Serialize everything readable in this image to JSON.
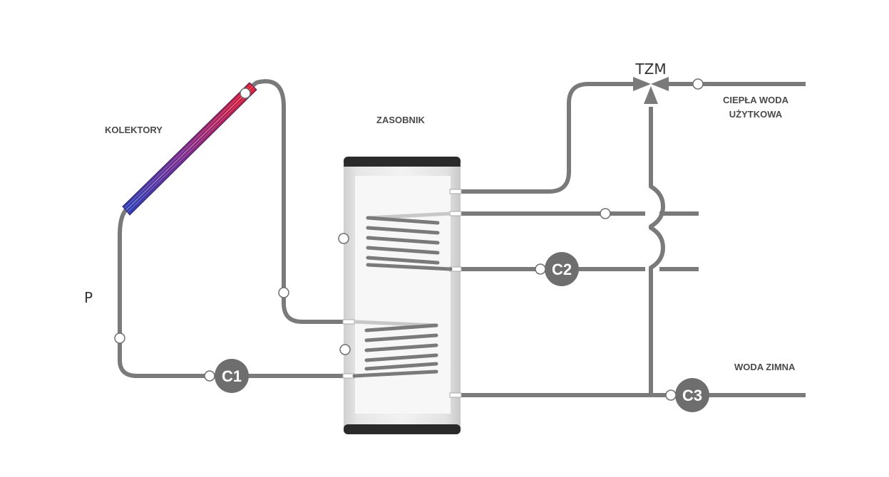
{
  "labels": {
    "kolektory": "KOLEKTORY",
    "zasobnik": "ZASOBNIK",
    "tzm": "TZM",
    "ciepla_woda_line1": "CIEPŁA WODA",
    "ciepla_woda_line2": "UŻYTKOWA",
    "woda_zimna": "WODA ZIMNA",
    "p": "P"
  },
  "pumps": {
    "c1": "C1",
    "c2": "C2",
    "c3": "C3"
  },
  "colors": {
    "pipe": "#7a7a7a",
    "pump": "#6e6e6e",
    "collector_hot": "#e0162b",
    "collector_cold": "#2c3fb5",
    "tank_cap": "#2a2a2a",
    "tank_body": "#dcdcdc"
  }
}
